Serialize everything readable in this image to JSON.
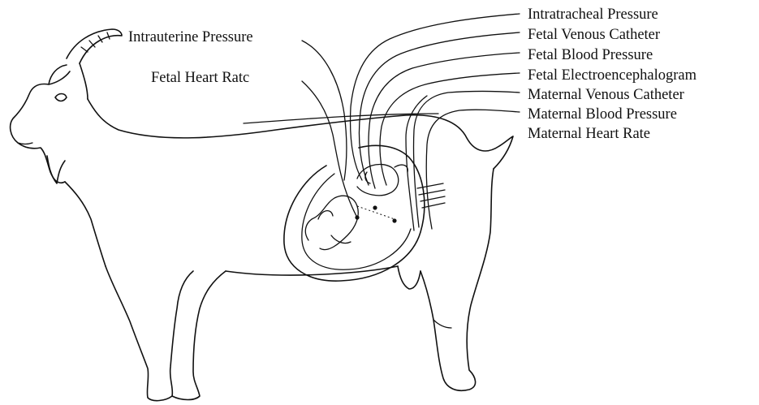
{
  "labels": {
    "intrauterine_pressure": "Intrauterine Pressure",
    "fetal_heart_rate": "Fetal Heart Ratc",
    "intratracheal_pressure": "Intratracheal Pressure",
    "fetal_venous_catheter": "Fetal Venous Catheter",
    "fetal_blood_pressure": "Fetal Blood Pressure",
    "fetal_electroencephalogram": "Fetal Electroencephalogram",
    "maternal_venous_catheter": "Maternal Venous Catheter",
    "maternal_blood_pressure": "Maternal Blood Pressure",
    "maternal_heart_rate": "Maternal Heart Rate"
  }
}
